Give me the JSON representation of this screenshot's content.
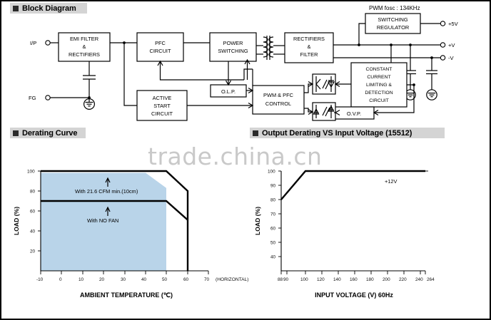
{
  "sections": {
    "block_diagram": {
      "title": "Block Diagram",
      "bullet": "square-bullet"
    },
    "derating_curve": {
      "title": "Derating Curve",
      "bullet": "square-bullet"
    },
    "output_derating": {
      "title": "Output Derating VS Input Voltage (15512)",
      "bullet": "square-bullet"
    }
  },
  "watermark": {
    "text": "trade.china.cn",
    "color": "#c9c9c9"
  },
  "block_diagram": {
    "note": "PWM fosc : 134KHz",
    "inputs": [
      {
        "label": "I/P",
        "terminal": "circle-terminal"
      },
      {
        "label": "FG",
        "terminal": "circle-terminal"
      }
    ],
    "outputs": [
      {
        "label": "+5V",
        "terminal": "circle-terminal"
      },
      {
        "label": "+V",
        "terminal": "circle-terminal"
      },
      {
        "label": "-V",
        "terminal": "circle-terminal"
      }
    ],
    "blocks": [
      {
        "id": "emi",
        "lines": [
          "EMI FILTER",
          "&",
          "RECTIFIERS"
        ]
      },
      {
        "id": "pfc",
        "lines": [
          "PFC",
          "CIRCUIT"
        ]
      },
      {
        "id": "power",
        "lines": [
          "POWER",
          "SWITCHING"
        ]
      },
      {
        "id": "rect",
        "lines": [
          "RECTIFIERS",
          "&",
          "FILTER"
        ]
      },
      {
        "id": "swreg",
        "lines": [
          "SWITCHING",
          "REGULATOR"
        ]
      },
      {
        "id": "active",
        "lines": [
          "ACTIVE",
          "START",
          "CIRCUIT"
        ]
      },
      {
        "id": "olp",
        "lines": [
          "O.L.P."
        ]
      },
      {
        "id": "pwmpfc",
        "lines": [
          "PWM & PFC",
          "CONTROL"
        ]
      },
      {
        "id": "constcur",
        "lines": [
          "CONSTANT",
          "CURRENT",
          "LIMITING &",
          "DETECTION",
          "CIRCUIT"
        ]
      },
      {
        "id": "ovp",
        "lines": [
          "O.V.P."
        ]
      }
    ],
    "symbols": [
      {
        "id": "transformer",
        "name": "transformer-symbol"
      },
      {
        "id": "optocoupler-1",
        "name": "optocoupler-symbol"
      },
      {
        "id": "optocoupler-2",
        "name": "optocoupler-symbol"
      },
      {
        "id": "input-y-cap",
        "name": "capacitor-symbol"
      },
      {
        "id": "output-y-cap-1",
        "name": "capacitor-symbol"
      },
      {
        "id": "output-y-cap-2",
        "name": "capacitor-symbol"
      },
      {
        "id": "earth-input",
        "name": "earth-ground-symbol"
      },
      {
        "id": "earth-out-1",
        "name": "earth-ground-symbol"
      },
      {
        "id": "earth-out-2",
        "name": "earth-ground-symbol"
      }
    ]
  },
  "chart_data": [
    {
      "id": "derating-curve",
      "type": "line",
      "title": "Derating Curve",
      "xlabel": "AMBIENT TEMPERATURE (℃)",
      "ylabel": "LOAD (%)",
      "xlim": [
        -10,
        70
      ],
      "ylim": [
        0,
        100
      ],
      "xticks": [
        -10,
        0,
        10,
        20,
        30,
        40,
        50,
        60,
        70
      ],
      "xticklabels": [
        "-10",
        "0",
        "10",
        "20",
        "30",
        "40",
        "50",
        "60",
        "70"
      ],
      "yticks": [
        20,
        40,
        60,
        80,
        100
      ],
      "yticklabels": [
        "20",
        "40",
        "60",
        "80",
        "100"
      ],
      "grid": false,
      "orientation_note": "(HORIZONTAL)",
      "series": [
        {
          "name": "With 21.6 CFM min.(10cm)",
          "x": [
            -10,
            50,
            60,
            60
          ],
          "y": [
            100,
            100,
            80,
            0
          ],
          "annotation": "With 21.6 CFM min.(10cm)",
          "annotation_x": 22,
          "annotation_y": 86,
          "filled": false
        },
        {
          "name": "With NO FAN",
          "x": [
            -10,
            50,
            60,
            60
          ],
          "y": [
            70,
            70,
            51,
            0
          ],
          "annotation": "With NO FAN",
          "annotation_x": 22,
          "annotation_y": 57,
          "filled": true,
          "fill_color": "#b9d4e9"
        }
      ]
    },
    {
      "id": "output-derating-vs-input-voltage",
      "type": "line",
      "title": "Output Derating VS Input Voltage (15512)",
      "xlabel": "INPUT VOLTAGE (V) 60Hz",
      "ylabel": "LOAD (%)",
      "xlim": [
        88,
        264
      ],
      "ylim": [
        30,
        100
      ],
      "xticks": [
        88,
        90,
        100,
        120,
        140,
        160,
        180,
        200,
        220,
        240,
        264
      ],
      "xticklabels": [
        "88",
        "90",
        "100",
        "120",
        "140",
        "160",
        "180",
        "200",
        "220",
        "240",
        "264"
      ],
      "yticks": [
        40,
        50,
        60,
        70,
        80,
        90,
        100
      ],
      "yticklabels": [
        "40",
        "50",
        "60",
        "70",
        "80",
        "90",
        "100"
      ],
      "grid": false,
      "series": [
        {
          "name": "+12V",
          "x": [
            88,
            100,
            264
          ],
          "y": [
            80,
            100,
            100
          ],
          "annotation": "+12V",
          "annotation_x": 215,
          "annotation_y": 96,
          "filled": false
        }
      ]
    }
  ]
}
